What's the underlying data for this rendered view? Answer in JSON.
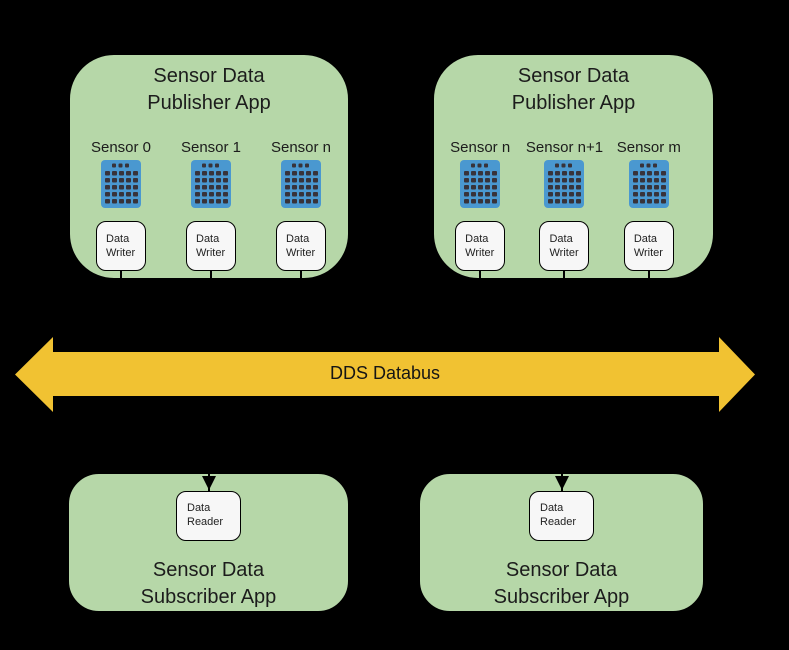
{
  "colors": {
    "bg": "#000000",
    "app_fill": "#b6d7a8",
    "node_fill": "#f7f7f7",
    "bus_fill": "#f1c232",
    "sensor_blue": "#4a98d0",
    "sensor_dot": "#38333a",
    "line": "#000000"
  },
  "icons": {
    "sensor": "sensor-chip-icon",
    "connector": "connector-arrowhead-icon"
  },
  "publishers": [
    {
      "title": "Sensor Data\nPublisher App",
      "sensors": [
        {
          "label": "Sensor 0",
          "writer_label": "Data\nWriter"
        },
        {
          "label": "Sensor 1",
          "writer_label": "Data\nWriter"
        },
        {
          "label": "Sensor n",
          "writer_label": "Data\nWriter"
        }
      ]
    },
    {
      "title": "Sensor Data\nPublisher App",
      "sensors": [
        {
          "label": "Sensor n",
          "writer_label": "Data\nWriter"
        },
        {
          "label": "Sensor n+1",
          "writer_label": "Data\nWriter"
        },
        {
          "label": "Sensor m",
          "writer_label": "Data\nWriter"
        }
      ]
    }
  ],
  "databus": {
    "label": "DDS Databus"
  },
  "subscribers": [
    {
      "title": "Sensor Data\nSubscriber App",
      "reader_label": "Data\nReader"
    },
    {
      "title": "Sensor Data\nSubscriber App",
      "reader_label": "Data\nReader"
    }
  ]
}
